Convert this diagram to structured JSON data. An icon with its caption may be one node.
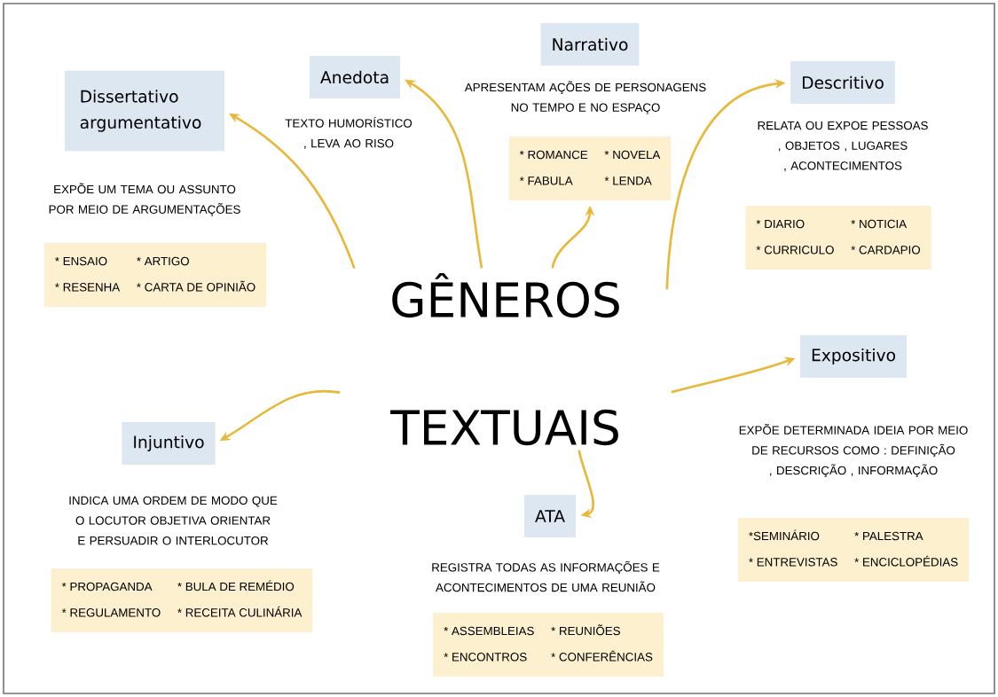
{
  "diagram": {
    "nodes": [
      {
        "text": [
          "GÊNEROS TEXTUAIS"
        ]
      },
      {
        "text": [
          "Dissertativo argumentativo"
        ],
        "beside": [
          "EXPÕE UM TEMA OU ASSUNTO POR MEIO DE ARGUMENTAÇÕES"
        ]
      },
      {
        "text": [
          "* ENSAIO",
          "* ARTIGO",
          "* RESENHA",
          "* CARTA DE OPINIÃO"
        ]
      },
      {
        "text": [
          "Anedota"
        ],
        "beside": [
          "TEXTO HUMORÍSTICO , LEVA AO RISO"
        ]
      },
      {
        "text": [
          "Narrativo"
        ],
        "beside": [
          "APRESENTAM AÇÕES DE PERSONAGENS NO TEMPO E NO ESPAÇO"
        ]
      },
      {
        "text": [
          "* ROMANCE",
          "* NOVELA",
          "* FABULA",
          "* LENDA"
        ]
      },
      {
        "text": [
          "Descritivo"
        ],
        "beside": [
          "RELATA OU EXPOE PESSOAS , OBJETOS , LUGARES , ACONTECIMENTOS"
        ]
      },
      {
        "text": [
          "* DIARIO",
          "* NOTICIA",
          "* CURRICULO",
          "* CARDAPIO"
        ]
      },
      {
        "text": [
          "Expositivo"
        ],
        "beside": [
          "EXPÕE DETERMINADA IDEIA POR MEIO DE RECURSOS COMO : DEFINIÇÃO , DESCRIÇÃO , INFORMAÇÃO"
        ]
      },
      {
        "text": [
          "*SEMINÁRIO",
          "* PALESTRA",
          "* ENTREVISTAS",
          "* ENCICLOPÉDIAS"
        ]
      },
      {
        "text": [
          "Injuntivo"
        ],
        "beside": [
          "INDICA UMA ORDEM DE MODO QUE O LOCUTOR OBJETIVA ORIENTAR E PERSUADIR O INTERLOCUTOR"
        ]
      },
      {
        "text": [
          "* PROPAGANDA",
          "* BULA DE REMÉDIO",
          "* REGULAMENTO",
          "* RECEITA CULINÁRIA"
        ]
      },
      {
        "text": [
          "ATA"
        ],
        "beside": [
          "REGISTRA TODAS AS INFORMAÇÕES E ACONTECIMENTOS DE UMA REUNIÃO"
        ]
      },
      {
        "text": [
          "* ASSEMBLEIAS",
          "* REUNIÕES",
          "* ENCONTROS",
          "* CONFERÊNCIAS"
        ]
      }
    ],
    "edges": [
      {
        "from": 0,
        "to": 1,
        "arrow": "to"
      },
      {
        "from": 0,
        "to": 3,
        "arrow": "to"
      },
      {
        "from": 0,
        "to": 5,
        "arrow": "to"
      },
      {
        "from": 0,
        "to": 6,
        "arrow": "to"
      },
      {
        "from": 0,
        "to": 8,
        "arrow": "to"
      },
      {
        "from": 0,
        "to": 10,
        "arrow": "to"
      },
      {
        "from": 0,
        "to": 12,
        "arrow": "to"
      }
    ]
  }
}
